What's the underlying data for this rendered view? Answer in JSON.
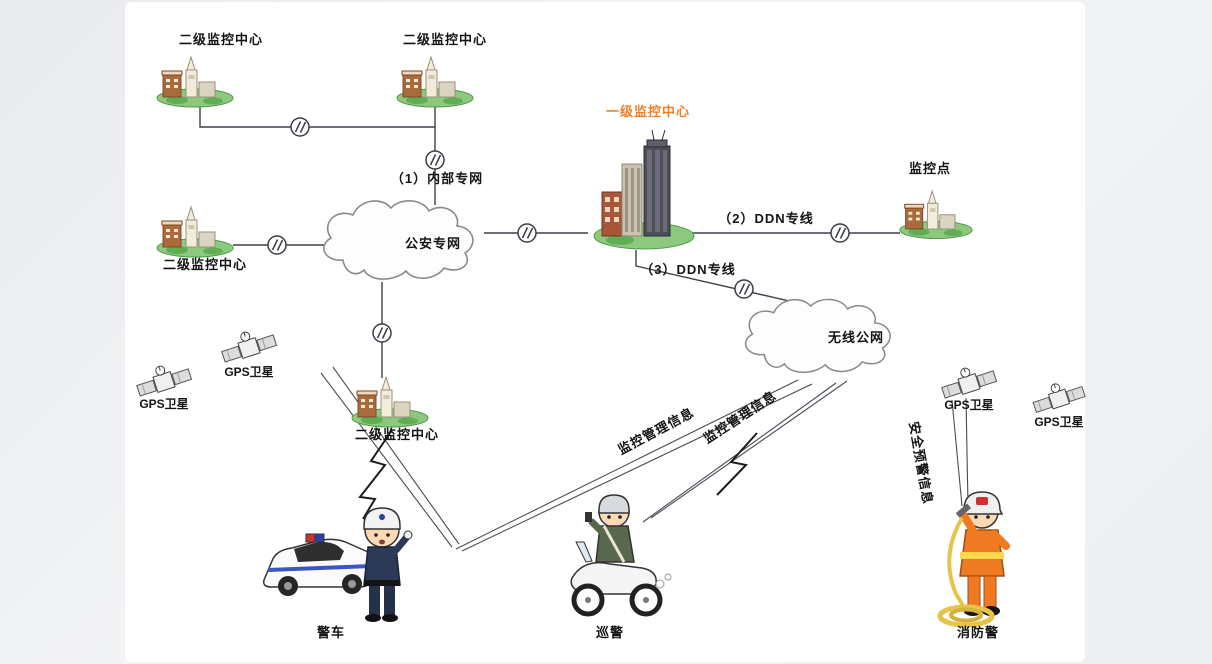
{
  "labels": {
    "secondary_center": "二级监控中心",
    "primary_center": "一级监控中心",
    "monitoring_point": "监控点",
    "link_internal": "（1）内部专网",
    "link_ddn2": "（2）DDN专线",
    "link_ddn3": "（3）DDN专线",
    "cloud_police": "公安专网",
    "cloud_wireless": "无线公网",
    "gps": "GPS卫星",
    "police_car": "警车",
    "patrol": "巡警",
    "firefighter": "消防警",
    "monitor_info": "监控管理信息",
    "alert_info": "安全预警信息"
  },
  "colors": {
    "accent_orange": "#f07f2d",
    "base_green": "#8cc97f",
    "line": "#3f3f4a",
    "fire_suit": "#f07a22"
  }
}
